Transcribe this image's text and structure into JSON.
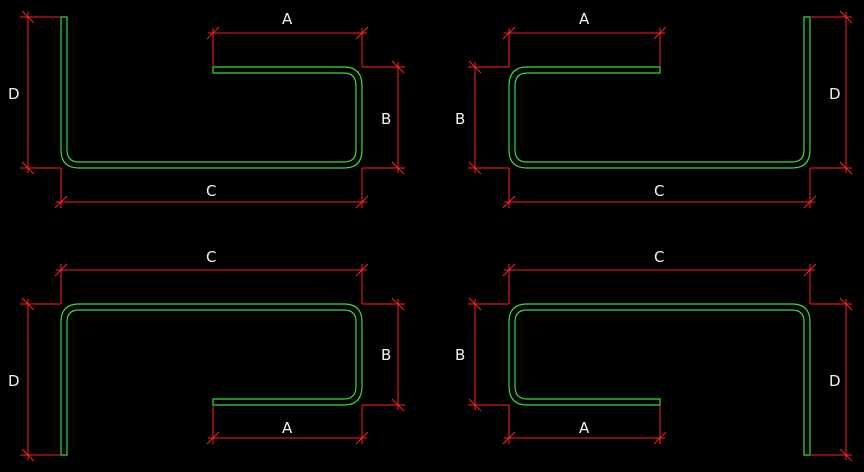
{
  "labels": {
    "a": "A",
    "b": "B",
    "c": "C",
    "d": "D"
  },
  "colors": {
    "background": "#000000",
    "dimension": "#ff2020",
    "bar": "#33e033",
    "text": "#f2f2f2"
  }
}
